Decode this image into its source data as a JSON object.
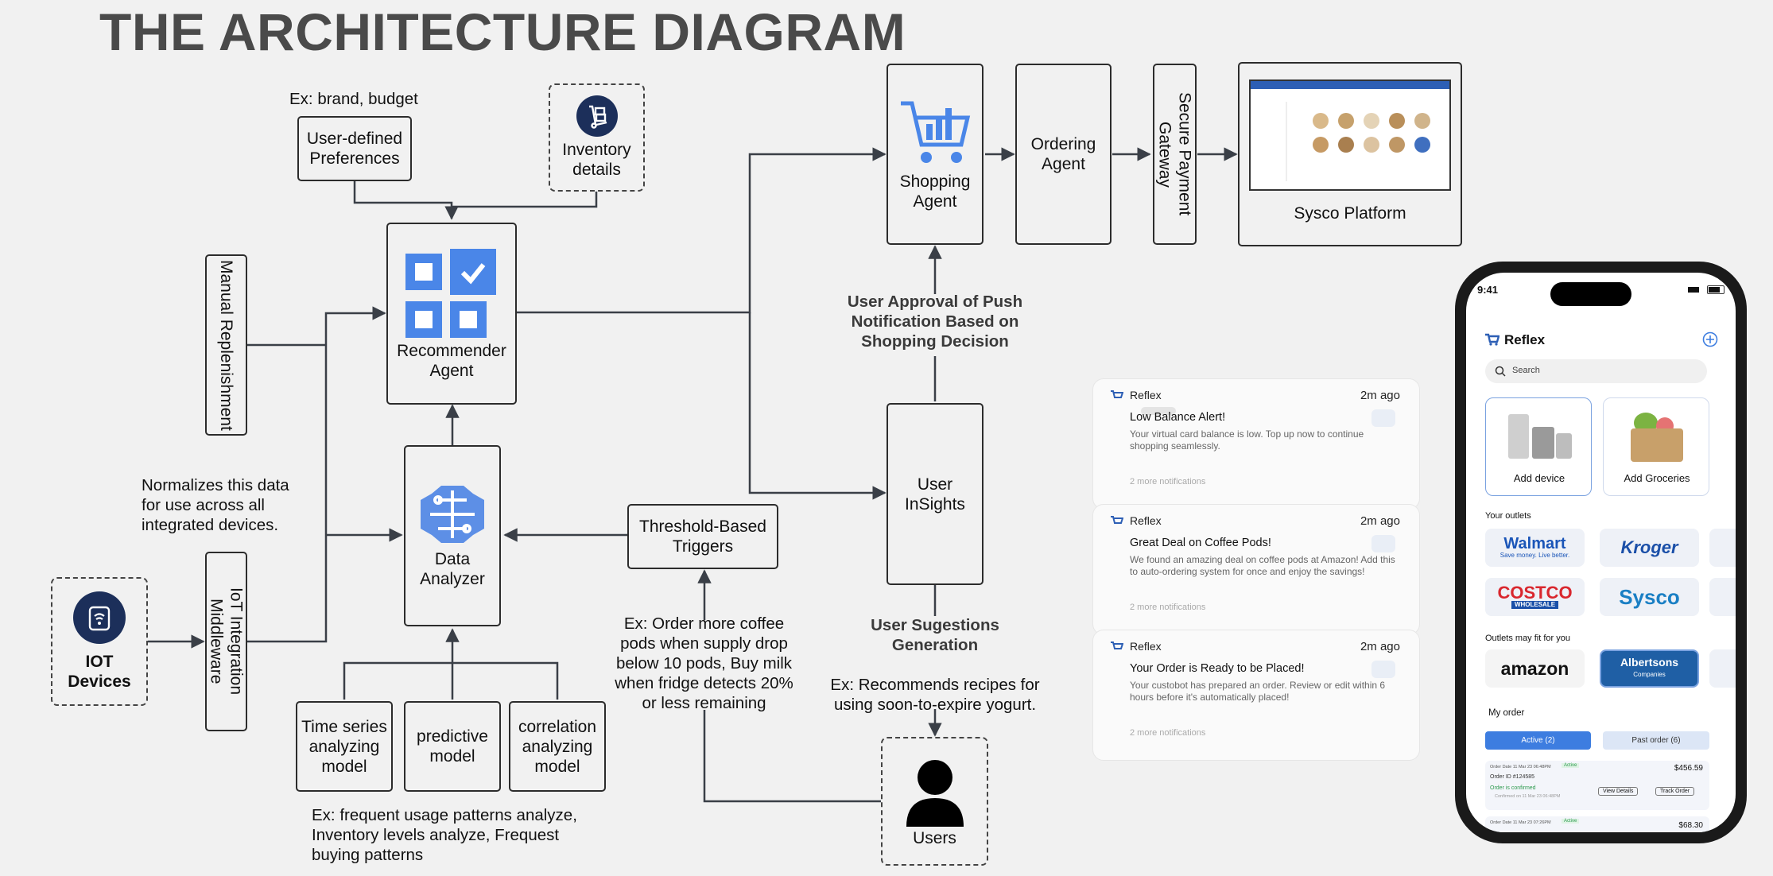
{
  "title": "THE ARCHITECTURE DIAGRAM",
  "notes": {
    "brand_budget": "Ex: brand, budget",
    "normalizes": "Normalizes this data for use across all integrated devices.",
    "approval": "User Approval of Push Notification Based on Shopping Decision",
    "suggestions": "User Sugestions Generation",
    "coffee": "Ex: Order more coffee pods when supply drop below 10 pods, Buy milk when fridge detects 20% or less remaining",
    "recipes": "Ex: Recommends recipes for using soon-to-expire yogurt.",
    "patterns": "Ex: frequent usage patterns analyze, Inventory levels analyze, Frequest buying patterns"
  },
  "nodes": {
    "preferences": "User-defined Preferences",
    "inventory": "Inventory details",
    "manual": "Manual Replenishment",
    "recommender": "Recommender Agent",
    "analyzer": "Data Analyzer",
    "iot_middleware": "IoT Integration Middleware",
    "iot_devices": "IOT Devices",
    "time_series": "Time series analyzing model",
    "predictive": "predictive model",
    "correlation": "correlation analyzing model",
    "threshold": "Threshold-Based Triggers",
    "shopping": "Shopping Agent",
    "ordering": "Ordering Agent",
    "payment": "Secure Payment Gateway",
    "sysco": "Sysco Platform",
    "insights": "User InSights",
    "users": "Users"
  },
  "notifications": [
    {
      "app": "Reflex",
      "time": "2m ago",
      "title": "Low Balance Alert!",
      "body": "Your virtual card balance is low. Top up now to continue shopping seamlessly.",
      "more": "2 more notifications"
    },
    {
      "app": "Reflex",
      "time": "2m ago",
      "title": "Great Deal on Coffee Pods!",
      "body": "We found an amazing deal on coffee pods at Amazon! Add this to auto-ordering system for once and enjoy the savings!",
      "more": "2 more notifications"
    },
    {
      "app": "Reflex",
      "time": "2m ago",
      "title": "Your Order is Ready to be Placed!",
      "body": "Your custobot has prepared an order. Review or edit within 6 hours before it's automatically placed!",
      "more": "2 more notifications"
    }
  ],
  "phone": {
    "time": "9:41",
    "app_name": "Reflex",
    "search_placeholder": "Search",
    "add_device": "Add device",
    "add_groceries": "Add Groceries",
    "your_outlets": "Your outlets",
    "outlets": [
      "Walmart",
      "Kroger",
      "COSTCO",
      "Sysco"
    ],
    "walmart_tag": "Save money. Live better.",
    "costco_tag": "WHOLESALE",
    "fit_title": "Outlets may fit for you",
    "fit_outlets": [
      "amazon",
      "Albertsons"
    ],
    "albertsons_tag": "Companies",
    "my_order": "My order",
    "tab_active": "Active (2)",
    "tab_past": "Past order (6)",
    "order1": {
      "date": "Order Date 11 Mar 23 06:48PM",
      "badge": "Active",
      "price": "$456.59",
      "id": "Order ID #124585",
      "status": "Order is confirmed",
      "status_time": "Confirmed on 11 Mar 23 06:48PM",
      "view": "View Details",
      "track": "Track Order"
    },
    "order2": {
      "date": "Order Date 11 Mar 23 07:26PM",
      "badge": "Active",
      "price": "$68.30"
    }
  },
  "colors": {
    "accent": "#3d7de0",
    "navy": "#1c2f5a",
    "text": "#111111"
  }
}
